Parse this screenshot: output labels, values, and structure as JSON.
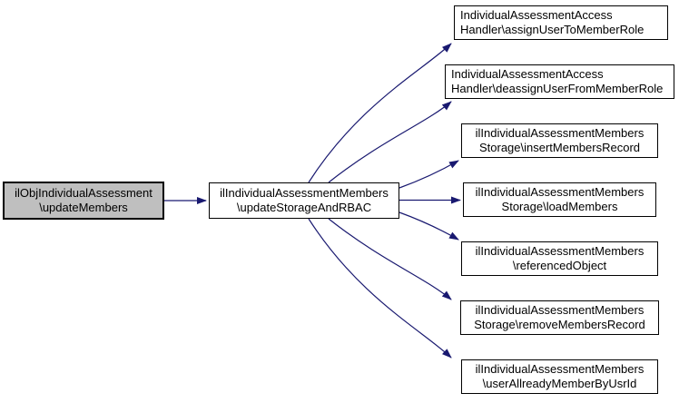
{
  "diagram": {
    "type": "call-graph",
    "nodes": [
      {
        "id": "updateMembers",
        "lines": [
          "ilObjIndividualAssessment",
          "\\updateMembers"
        ],
        "highlight": true
      },
      {
        "id": "updateStorageAndRBAC",
        "lines": [
          "ilIndividualAssessmentMembers",
          "\\updateStorageAndRBAC"
        ],
        "highlight": false
      },
      {
        "id": "assignUserToMemberRole",
        "lines": [
          "IndividualAssessmentAccess",
          "Handler\\assignUserToMemberRole"
        ],
        "highlight": false
      },
      {
        "id": "deassignUserFromMemberRole",
        "lines": [
          "IndividualAssessmentAccess",
          "Handler\\deassignUserFromMemberRole"
        ],
        "highlight": false
      },
      {
        "id": "insertMembersRecord",
        "lines": [
          "ilIndividualAssessmentMembers",
          "Storage\\insertMembersRecord"
        ],
        "highlight": false
      },
      {
        "id": "loadMembers",
        "lines": [
          "ilIndividualAssessmentMembers",
          "Storage\\loadMembers"
        ],
        "highlight": false
      },
      {
        "id": "referencedObject",
        "lines": [
          "ilIndividualAssessmentMembers",
          "\\referencedObject"
        ],
        "highlight": false
      },
      {
        "id": "removeMembersRecord",
        "lines": [
          "ilIndividualAssessmentMembers",
          "Storage\\removeMembersRecord"
        ],
        "highlight": false
      },
      {
        "id": "userAllreadyMemberByUsrId",
        "lines": [
          "ilIndividualAssessmentMembers",
          "\\userAllreadyMemberByUsrId"
        ],
        "highlight": false
      }
    ],
    "edges": [
      {
        "from": "updateMembers",
        "to": "updateStorageAndRBAC"
      },
      {
        "from": "updateStorageAndRBAC",
        "to": "assignUserToMemberRole"
      },
      {
        "from": "updateStorageAndRBAC",
        "to": "deassignUserFromMemberRole"
      },
      {
        "from": "updateStorageAndRBAC",
        "to": "insertMembersRecord"
      },
      {
        "from": "updateStorageAndRBAC",
        "to": "loadMembers"
      },
      {
        "from": "updateStorageAndRBAC",
        "to": "referencedObject"
      },
      {
        "from": "updateStorageAndRBAC",
        "to": "removeMembersRecord"
      },
      {
        "from": "updateStorageAndRBAC",
        "to": "userAllreadyMemberByUsrId"
      }
    ],
    "colors": {
      "edge": "#191970",
      "node_border": "#000000",
      "node_fill": "#ffffff",
      "highlight_fill": "#bfbfbf",
      "background": "#ffffff"
    }
  }
}
